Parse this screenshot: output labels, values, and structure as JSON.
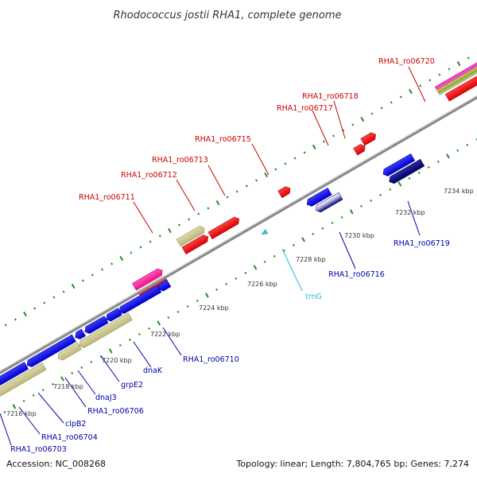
{
  "title": "Rhodococcus jostii RHA1, complete genome",
  "footer": {
    "accession": "Accession: NC_008268",
    "topology": "Topology: linear; Length: 7,804,765 bp; Genes: 7,274"
  },
  "colors": {
    "upper_label": "#cc0000",
    "lower_label": "#0000aa",
    "rna_label": "#22bbdd",
    "genome_line": "#888888",
    "tick": "#228b22"
  },
  "ticks": [
    {
      "label": "7216 kbp"
    },
    {
      "label": "7218 kbp"
    },
    {
      "label": "7220 kbp"
    },
    {
      "label": "7222 kbp"
    },
    {
      "label": "7224 kbp"
    },
    {
      "label": "7226 kbp"
    },
    {
      "label": "7228 kbp"
    },
    {
      "label": "7230 kbp"
    },
    {
      "label": "7232 kbp"
    },
    {
      "label": "7234 kbp"
    }
  ],
  "gene_labels": {
    "upper": [
      {
        "text": "RHA1_ro06711"
      },
      {
        "text": "RHA1_ro06712"
      },
      {
        "text": "RHA1_ro06713"
      },
      {
        "text": "RHA1_ro06715"
      },
      {
        "text": "RHA1_ro06717"
      },
      {
        "text": "RHA1_ro06718"
      },
      {
        "text": "RHA1_ro06720"
      }
    ],
    "lower": [
      {
        "text": "RHA1_ro06703"
      },
      {
        "text": "RHA1_ro06704"
      },
      {
        "text": "clpB2"
      },
      {
        "text": "RHA1_ro06706"
      },
      {
        "text": "dnaJ3"
      },
      {
        "text": "grpE2"
      },
      {
        "text": "dnaK"
      },
      {
        "text": "RHA1_ro06710"
      },
      {
        "text": "RHA1_ro06716"
      },
      {
        "text": "RHA1_ro06719"
      }
    ],
    "rna": [
      {
        "text": "trnG"
      }
    ]
  }
}
